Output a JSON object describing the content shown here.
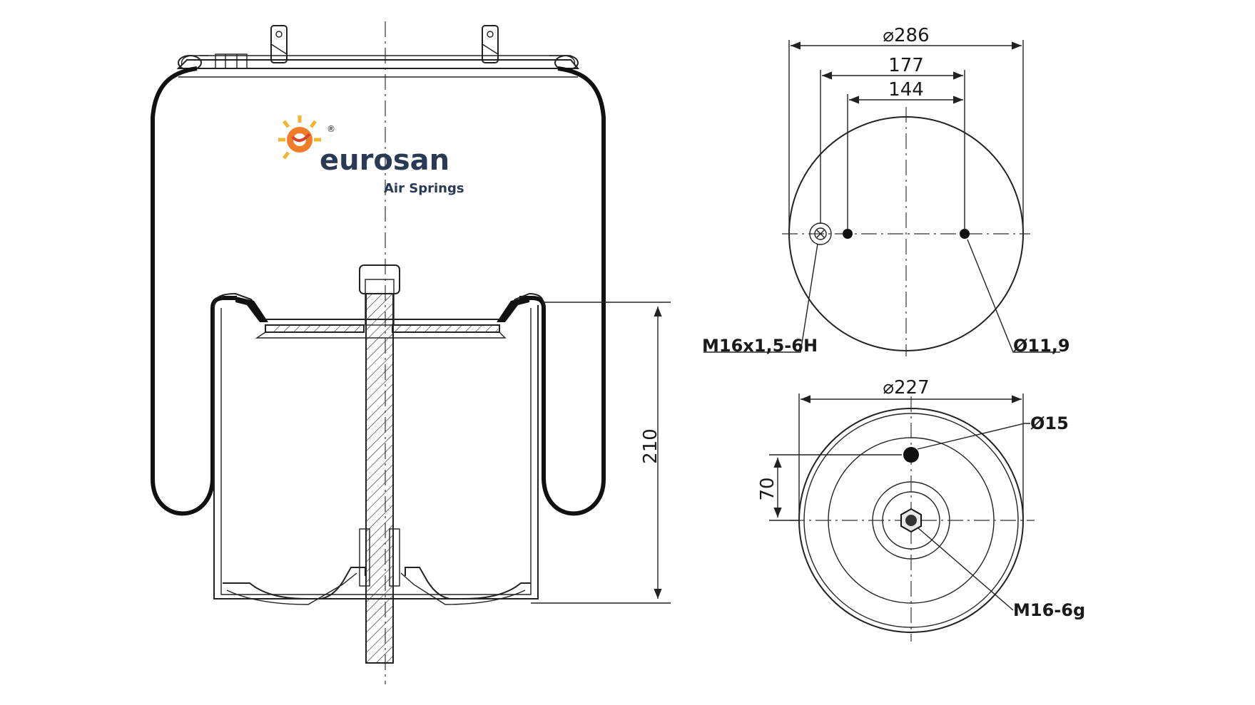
{
  "brand": {
    "name": "eurosan",
    "tagline": "Air Springs",
    "registered_mark": "®",
    "colors": {
      "text": "#2a3a55",
      "logo_orange": "#f07c2a",
      "logo_red": "#d8412a",
      "logo_yellow": "#f4b32c"
    }
  },
  "side_view": {
    "height_dim": "210"
  },
  "top_view": {
    "outer_dia": "⌀286",
    "bolt_spacing_outer": "177",
    "bolt_spacing_inner": "144",
    "thread_callout": "M16x1,5-6H",
    "hole_callout": "Ø11,9"
  },
  "bottom_view": {
    "outer_dia": "⌀227",
    "hole_callout": "Ø15",
    "offset_dim": "70",
    "stud_callout": "M16-6g"
  }
}
